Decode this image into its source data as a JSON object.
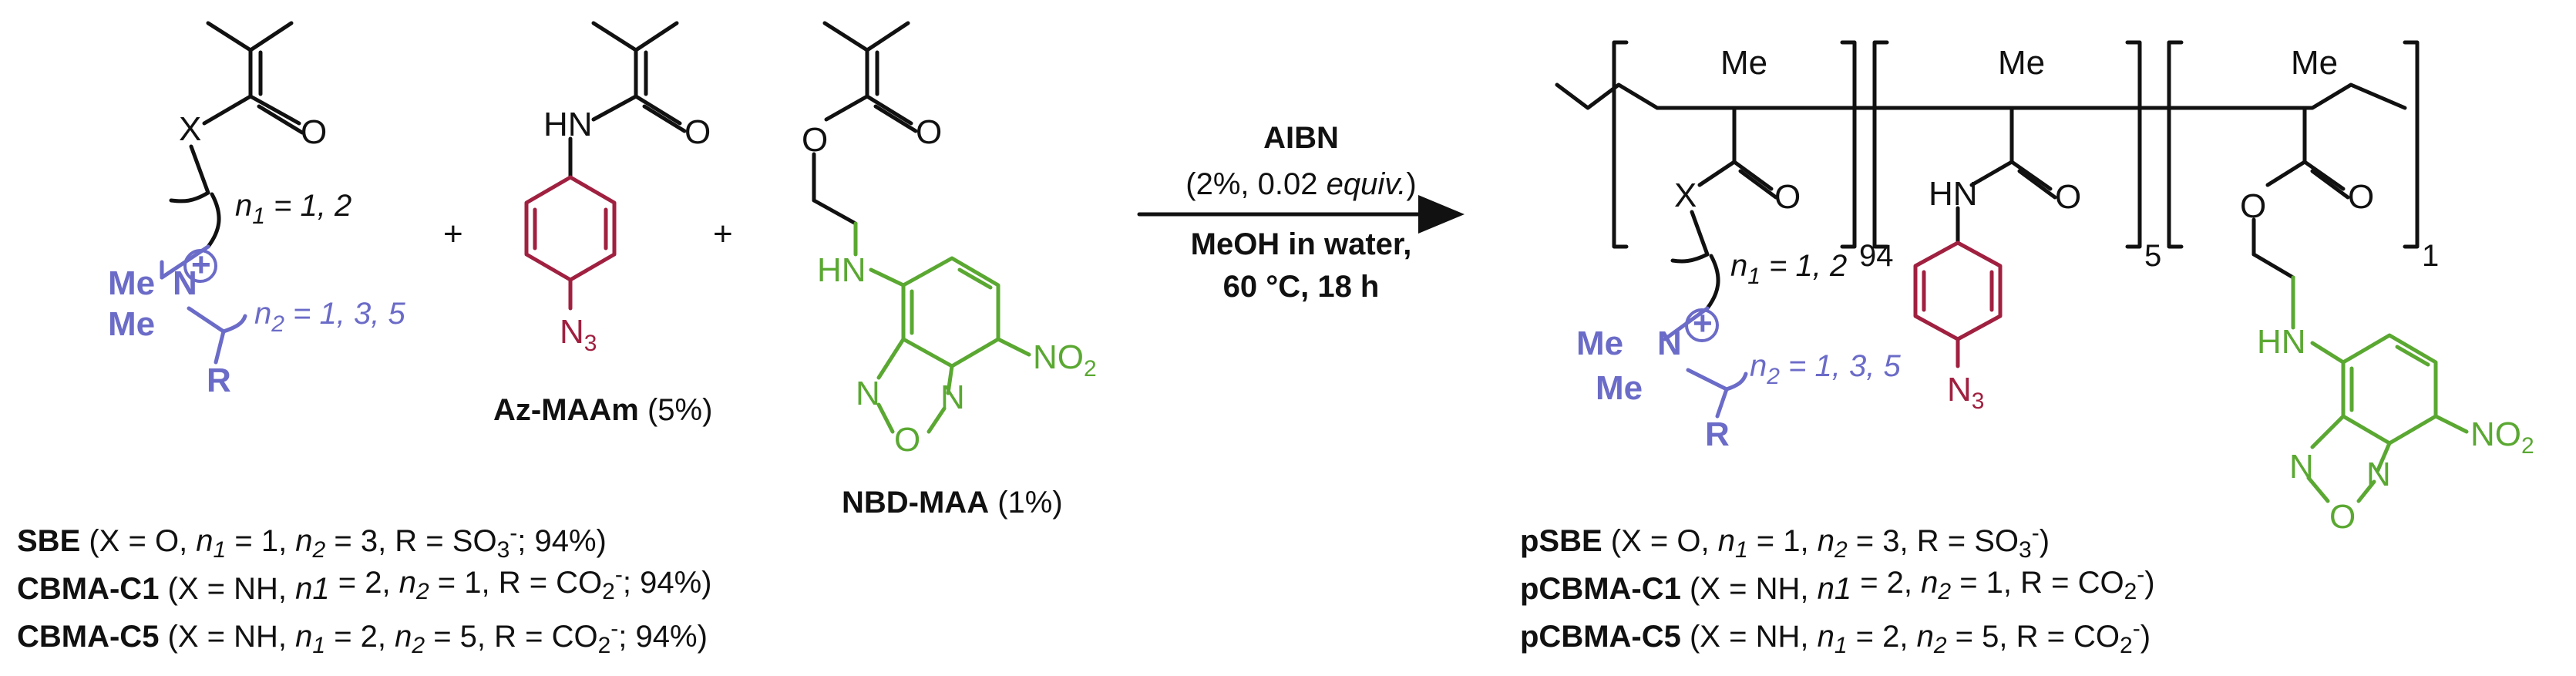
{
  "reagents": {
    "catalyst": "AIBN",
    "amount": "(2%, 0.02 ",
    "amount_equiv": "equiv.",
    "amount_close": ")",
    "solvent": "MeOH in water,",
    "conditions": "60 °C, 18 h"
  },
  "atoms": {
    "X": "X",
    "O": "O",
    "N": "N",
    "HN": "HN",
    "Me": "Me",
    "R": "R",
    "N3": "N",
    "N3_sub": "3",
    "NO2": "NO",
    "NO2_sub": "2",
    "plus_charge": "+",
    "ring_O": "O",
    "ring_N": "N"
  },
  "chain_labels": {
    "n1": "n",
    "n1_sub": "1",
    "n1_values": " = 1, 2",
    "n2": "n",
    "n2_sub": "2",
    "n2_values": " = 1, 3, 5"
  },
  "plus_sign": "+",
  "monomers": {
    "az_name": "Az-MAAm",
    "az_pct": " (5%)",
    "nbd_name": "NBD-MAA",
    "nbd_pct": " (1%)"
  },
  "polymer_subscripts": {
    "block1": "94",
    "block2": "5",
    "block3": "1"
  },
  "left_list": [
    {
      "name": "SBE",
      "pre": " (X = O, ",
      "n1": "n",
      "n1s": "1",
      "mid1": " = 1, ",
      "n2": "n",
      "n2s": "2",
      "mid2": " = 3, R = SO",
      "grp_sub": "3",
      "grp_sup": "-",
      "tail": "; 94%)"
    },
    {
      "name": "CBMA-C1",
      "pre": " (X = NH, ",
      "n1": "n1",
      "n1s": "",
      "mid1": " = 2, ",
      "n2": "n",
      "n2s": "2",
      "mid2": " = 1, R = CO",
      "grp_sub": "2",
      "grp_sup": "-",
      "tail": "; 94%)"
    },
    {
      "name": "CBMA-C5",
      "pre": " (X = NH, ",
      "n1": "n",
      "n1s": "1",
      "mid1": " = 2, ",
      "n2": "n",
      "n2s": "2",
      "mid2": " = 5, R = CO",
      "grp_sub": "2",
      "grp_sup": "-",
      "tail": "; 94%)"
    }
  ],
  "right_list": [
    {
      "name": "pSBE",
      "pre": " (X = O, ",
      "n1": "n",
      "n1s": "1",
      "mid1": " = 1, ",
      "n2": "n",
      "n2s": "2",
      "mid2": " = 3, R = SO",
      "grp_sub": "3",
      "grp_sup": "-",
      "tail": ")"
    },
    {
      "name": "pCBMA-C1",
      "pre": " (X = NH, ",
      "n1": "n1",
      "n1s": "",
      "mid1": " = 2, ",
      "n2": "n",
      "n2s": "2",
      "mid2": " = 1, R = CO",
      "grp_sub": "2",
      "grp_sup": "-",
      "tail": ")"
    },
    {
      "name": "pCBMA-C5",
      "pre": " (X = NH, ",
      "n1": "n",
      "n1s": "1",
      "mid1": " = 2, ",
      "n2": "n",
      "n2s": "2",
      "mid2": " = 5, R = CO",
      "grp_sub": "2",
      "grp_sup": "-",
      "tail": ")"
    }
  ],
  "colors": {
    "ammonium": "#6b6bc8",
    "azide": "#a02040",
    "nbd": "#5aa832",
    "ink": "#111111"
  }
}
